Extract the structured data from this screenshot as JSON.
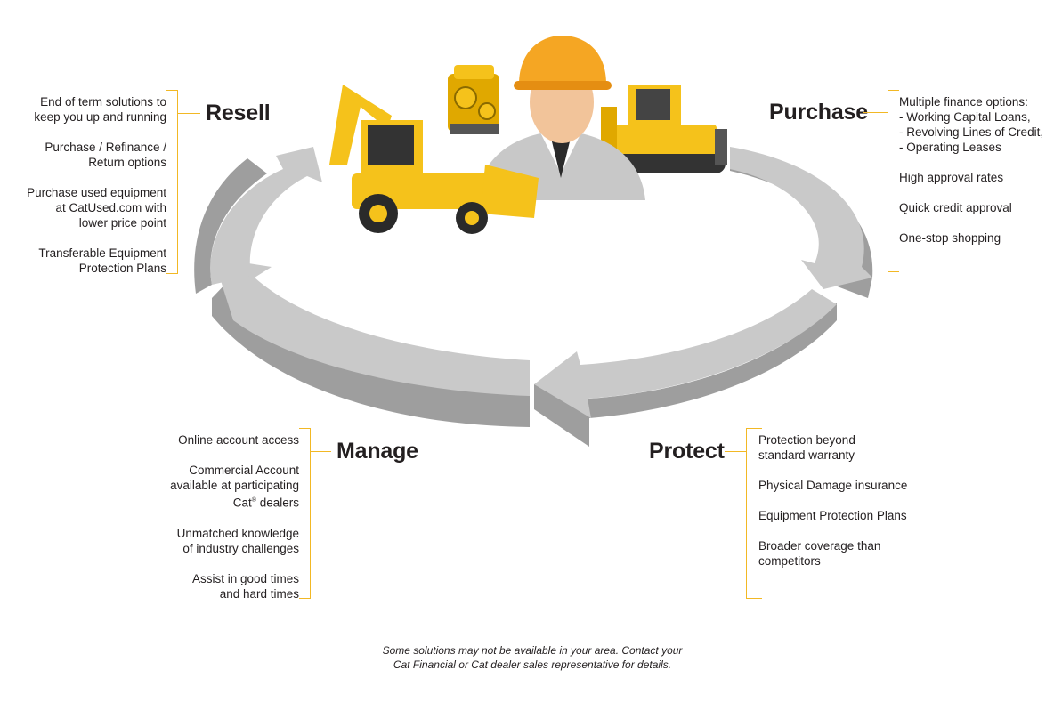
{
  "colors": {
    "accent": "#f2b824",
    "arrow_top": "#c9c9c9",
    "arrow_side": "#9e9e9e",
    "machine_yellow": "#f5c21b",
    "text": "#231f20"
  },
  "sections": {
    "resell": {
      "title": "Resell",
      "items": [
        "End of term solutions to\nkeep you up and running",
        "Purchase / Refinance /\nReturn options",
        "Purchase used equipment\nat CatUsed.com with\nlower price point",
        "Transferable Equipment\nProtection Plans"
      ]
    },
    "purchase": {
      "title": "Purchase",
      "items": [
        "Multiple finance options:\n- Working Capital Loans,\n- Revolving Lines of Credit,\n- Operating Leases",
        "High approval rates",
        "Quick credit approval",
        "One-stop shopping"
      ]
    },
    "manage": {
      "title": "Manage",
      "items": [
        "Online account access",
        "Commercial Account\navailable at participating",
        "Unmatched knowledge\nof industry challenges",
        "Assist in good times\nand hard times"
      ],
      "cat_line_prefix": "Cat",
      "cat_reg": "®",
      "cat_line_suffix": " dealers"
    },
    "protect": {
      "title": "Protect",
      "items": [
        "Protection beyond\nstandard warranty",
        "Physical Damage insurance",
        "Equipment Protection Plans",
        "Broader coverage than\ncompetitors"
      ]
    }
  },
  "illustration": {
    "icons": [
      "backhoe-loader-icon",
      "engine-icon",
      "worker-hardhat-icon",
      "bulldozer-icon"
    ]
  },
  "disclaimer": "Some solutions may not be available in your area. Contact your\nCat Financial or Cat dealer sales representative for details."
}
